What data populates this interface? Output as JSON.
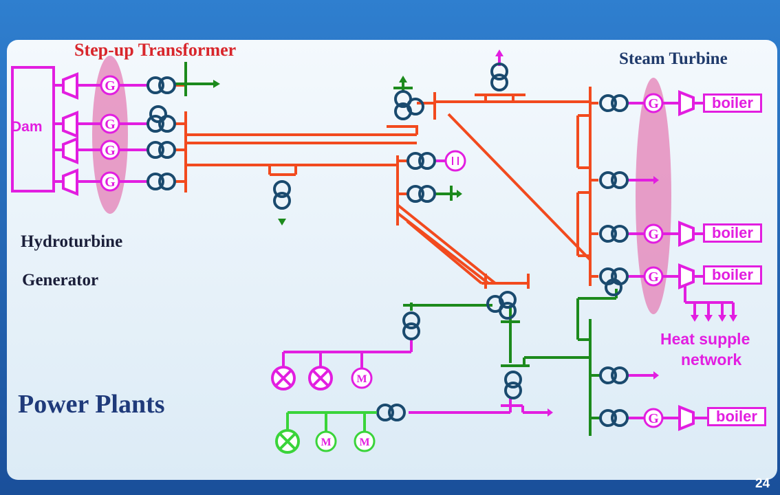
{
  "labels": {
    "step_up": "Step-up Transformer",
    "steam_turbine": "Steam Turbine",
    "dam": "Dam",
    "hydroturbine": "Hydroturbine",
    "generator": "Generator",
    "title": "Power Plants",
    "heat_line1": "Heat supple",
    "heat_line2": "network",
    "page_number": "24"
  },
  "boilers": [
    "boiler",
    "boiler",
    "boiler",
    "boiler"
  ],
  "symbols": {
    "generator": "G",
    "motor": "M"
  },
  "colors": {
    "background": "#1e63b3",
    "panel": "#eef5fb",
    "high_voltage_line": "#f24a1e",
    "medium_voltage_line": "#1c8a1c",
    "low_voltage_line": "#e21ee0",
    "transformer": "#1a4a6e",
    "title": "#d8262c"
  }
}
